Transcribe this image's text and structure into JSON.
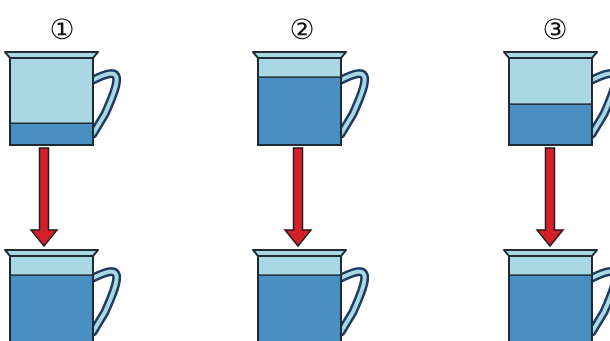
{
  "colors": {
    "water": "#4a8fc2",
    "empty": "#a9d8e4",
    "outline": "#1e2b33",
    "handle": "#1e3a5f",
    "arrow": "#d4202b",
    "arrow_outline": "#2a1a1a"
  },
  "columns": [
    {
      "label": "①",
      "before_fill_level": 0.25,
      "after_fill_level": 0.78
    },
    {
      "label": "②",
      "before_fill_level": 0.78,
      "after_fill_level": 0.78
    },
    {
      "label": "③",
      "before_fill_level": 0.47,
      "after_fill_level": 0.78
    }
  ]
}
